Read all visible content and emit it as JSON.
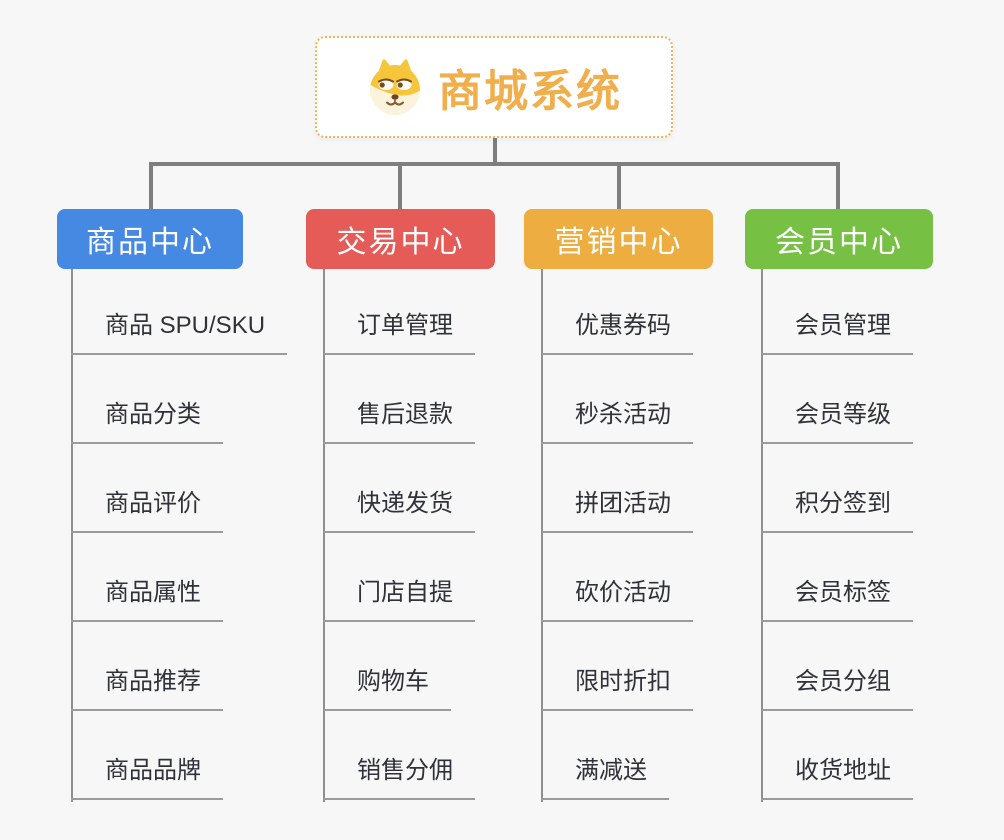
{
  "root": {
    "title": "商城系统",
    "icon": "dog-face-icon"
  },
  "branches": [
    {
      "id": "product",
      "label": "商品中心",
      "color": "#4589E3",
      "children": [
        "商品 SPU/SKU",
        "商品分类",
        "商品评价",
        "商品属性",
        "商品推荐",
        "商品品牌"
      ]
    },
    {
      "id": "trade",
      "label": "交易中心",
      "color": "#E45B57",
      "children": [
        "订单管理",
        "售后退款",
        "快递发货",
        "门店自提",
        "购物车",
        "销售分佣"
      ]
    },
    {
      "id": "marketing",
      "label": "营销中心",
      "color": "#EDAD40",
      "children": [
        "优惠券码",
        "秒杀活动",
        "拼团活动",
        "砍价活动",
        "限时折扣",
        "满减送"
      ]
    },
    {
      "id": "member",
      "label": "会员中心",
      "color": "#76C043",
      "children": [
        "会员管理",
        "会员等级",
        "积分签到",
        "会员标签",
        "会员分组",
        "收货地址"
      ]
    }
  ],
  "colors": {
    "background": "#F7F7F7",
    "connector_line": "#7E7E7E",
    "child_underline": "#9A9A9A",
    "child_text": "#2F3237",
    "root_text": "#F0AE4C",
    "root_border": "#F6B254"
  }
}
